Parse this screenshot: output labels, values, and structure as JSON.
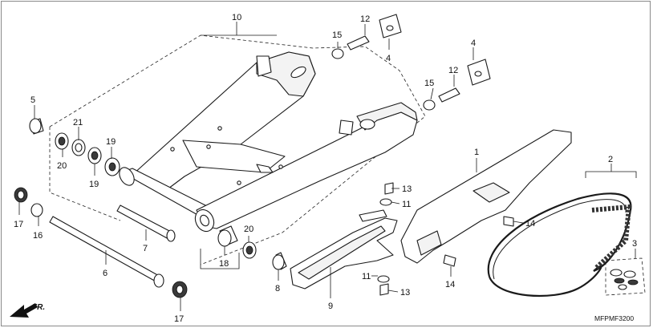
{
  "diagram": {
    "callouts": {
      "c1": "1",
      "c2": "2",
      "c3": "3",
      "c4a": "4",
      "c4b": "4",
      "c5": "5",
      "c6": "6",
      "c7": "7",
      "c8": "8",
      "c9": "9",
      "c10": "10",
      "c11a": "11",
      "c11b": "11",
      "c12a": "12",
      "c12b": "12",
      "c13a": "13",
      "c13b": "13",
      "c14a": "14",
      "c14b": "14",
      "c15a": "15",
      "c15b": "15",
      "c16": "16",
      "c17a": "17",
      "c17b": "17",
      "c18": "18",
      "c19a": "19",
      "c19b": "19",
      "c20a": "20",
      "c20b": "20",
      "c21": "21"
    },
    "front_marker": "FR.",
    "figure_code": "MFPMF3200"
  }
}
